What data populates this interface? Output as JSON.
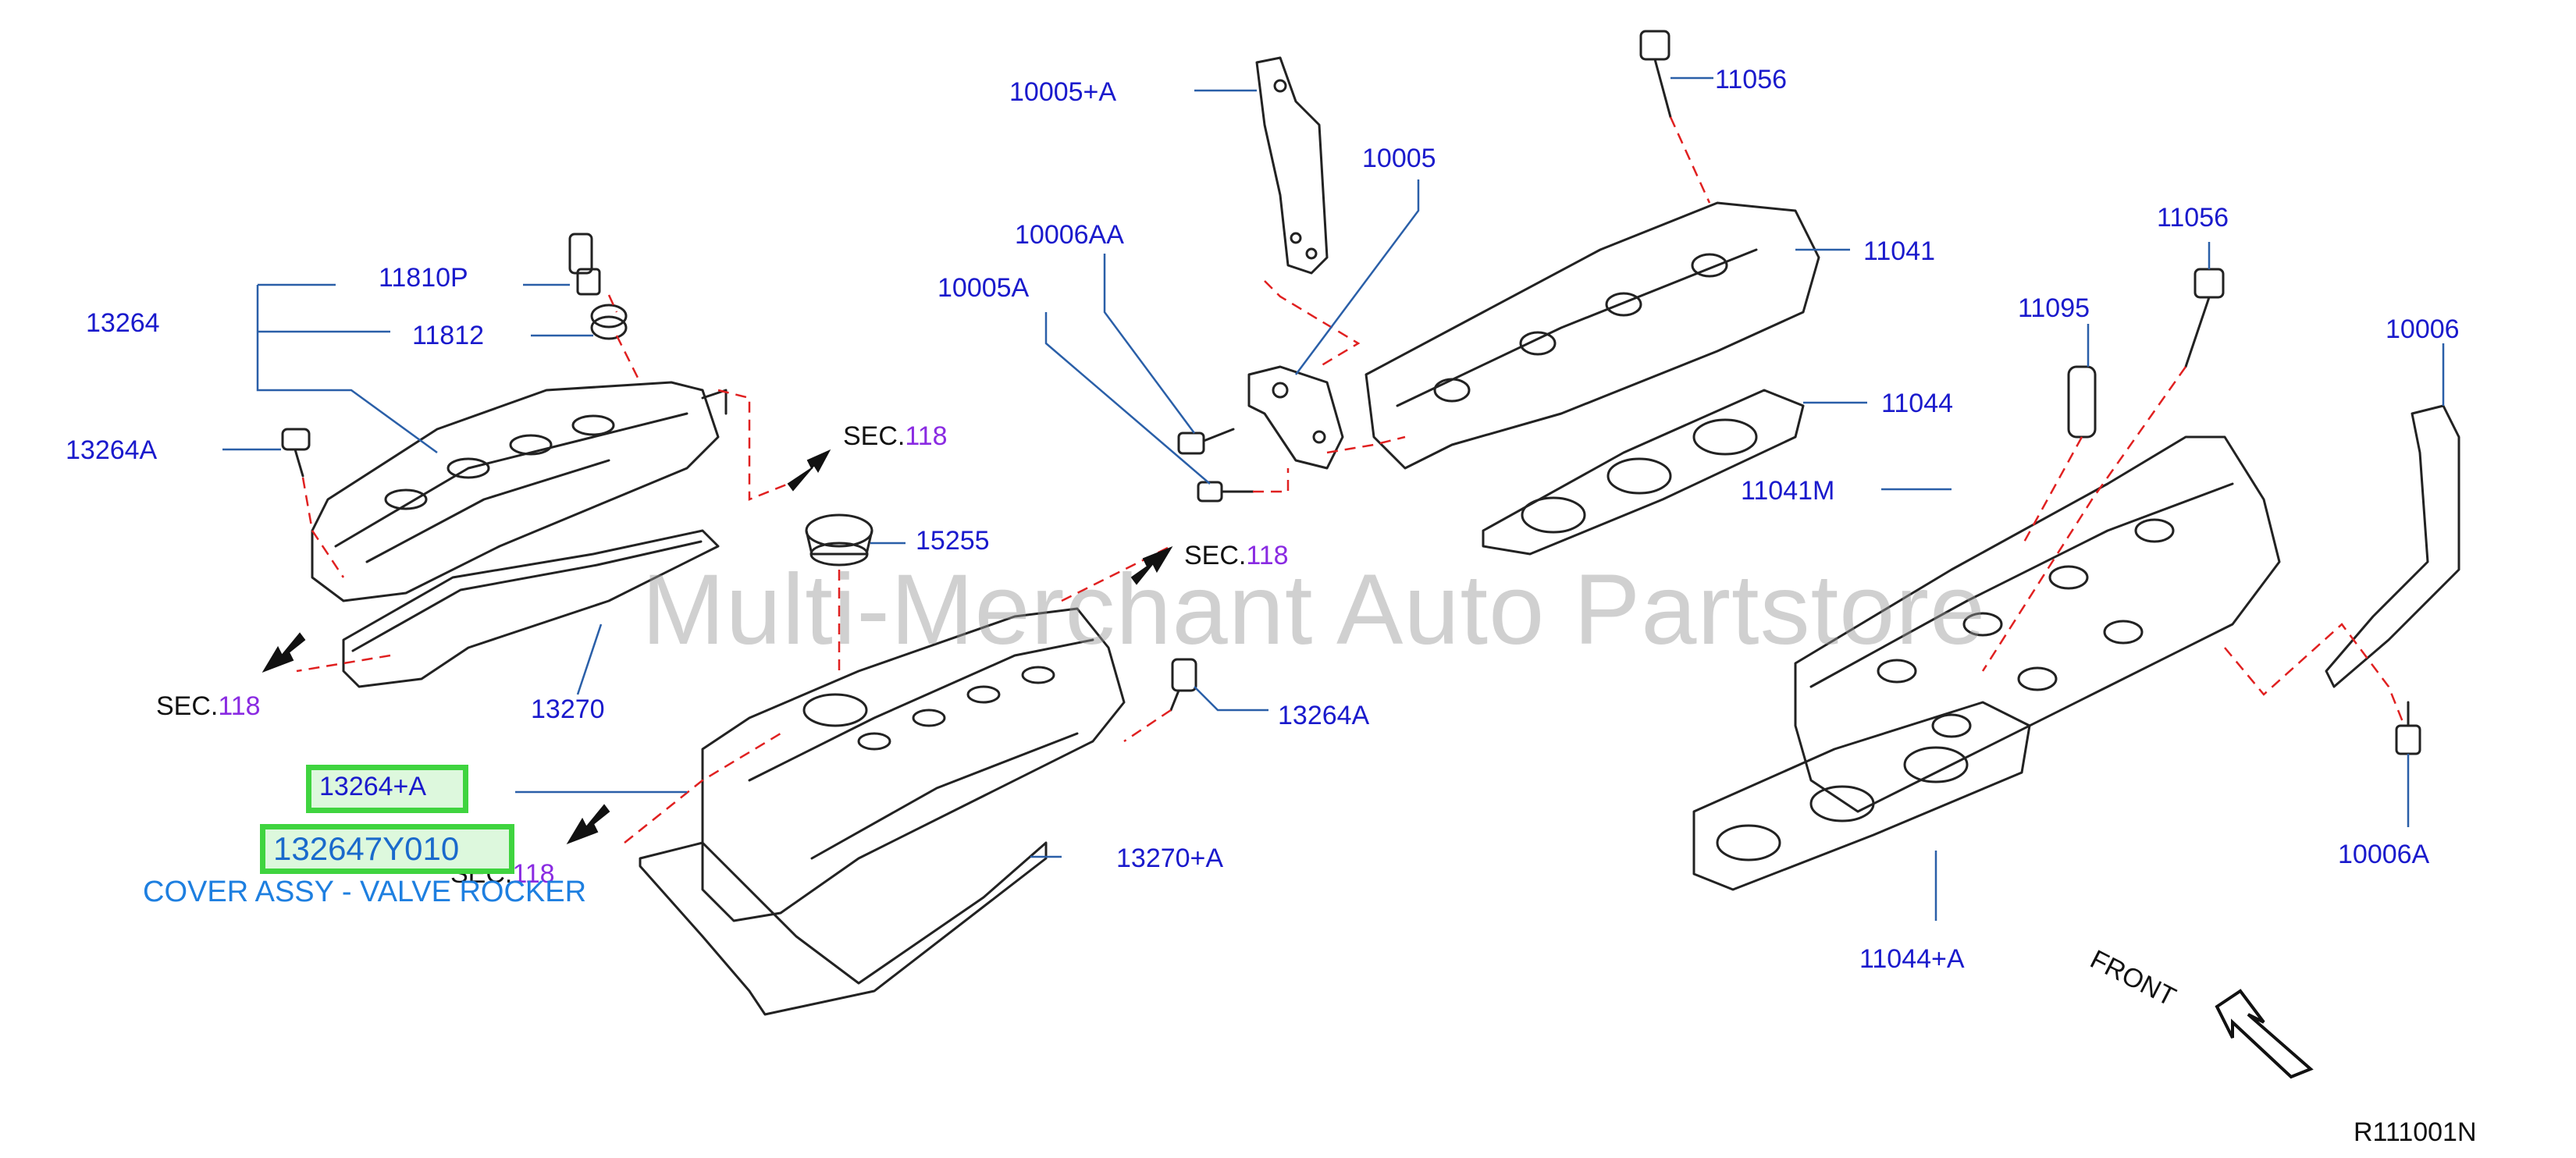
{
  "part_labels": [
    {
      "id": "l-13264",
      "text": "13264"
    },
    {
      "id": "l-11810P",
      "text": "11810P"
    },
    {
      "id": "l-11812",
      "text": "11812"
    },
    {
      "id": "l-13264A-top",
      "text": "13264A"
    },
    {
      "id": "l-13270",
      "text": "13270"
    },
    {
      "id": "l-15255",
      "text": "15255"
    },
    {
      "id": "l-13264A-mid",
      "text": "13264A"
    },
    {
      "id": "l-13270A",
      "text": "13270+A"
    },
    {
      "id": "l-10005A-plus",
      "text": "10005+A"
    },
    {
      "id": "l-10005",
      "text": "10005"
    },
    {
      "id": "l-10006AA",
      "text": "10006AA"
    },
    {
      "id": "l-10005A",
      "text": "10005A"
    },
    {
      "id": "l-11056-top",
      "text": "11056"
    },
    {
      "id": "l-11041",
      "text": "11041"
    },
    {
      "id": "l-11044",
      "text": "11044"
    },
    {
      "id": "l-11041M",
      "text": "11041M"
    },
    {
      "id": "l-11056-right",
      "text": "11056"
    },
    {
      "id": "l-11095",
      "text": "11095"
    },
    {
      "id": "l-10006",
      "text": "10006"
    },
    {
      "id": "l-10006A",
      "text": "10006A"
    },
    {
      "id": "l-11044A",
      "text": "11044+A"
    }
  ],
  "sec_refs": [
    {
      "prefix": "SEC.",
      "number": "118"
    },
    {
      "prefix": "SEC.",
      "number": "118"
    },
    {
      "prefix": "SEC.",
      "number": "118"
    },
    {
      "prefix": "SEC.",
      "number": "118"
    }
  ],
  "highlight": {
    "callout": "13264+A",
    "part_number": "132647Y010",
    "description": "COVER ASSY - VALVE ROCKER",
    "border_color": "#3fd43f",
    "fill_color": "#ddf8dd"
  },
  "watermark": "Multi-Merchant Auto Partstore",
  "front_label": "FRONT",
  "diagram_code": "R111001N",
  "colors": {
    "label": "#1a1acc",
    "leader": "#2a5fa8",
    "dash": "#e02020",
    "drawing": "#222222",
    "sec_number": "#8a2be2"
  }
}
